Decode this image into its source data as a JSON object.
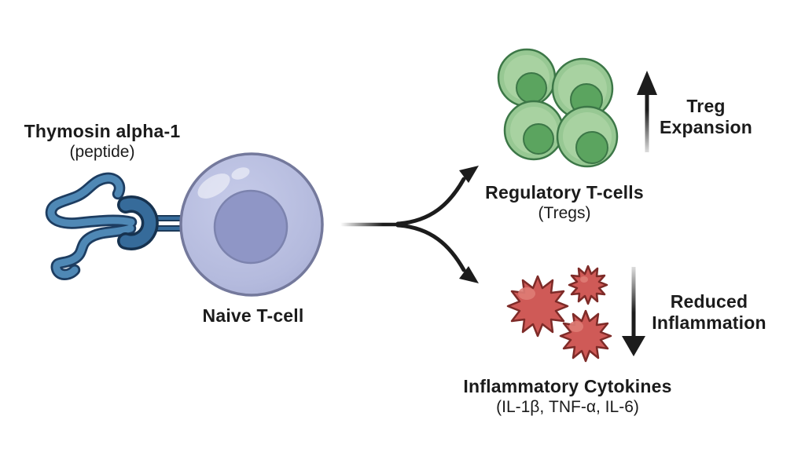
{
  "diagram": {
    "peptide": {
      "title": "Thymosin alpha-1",
      "subtitle": "(peptide)"
    },
    "naive_cell": {
      "label": "Naive T-cell"
    },
    "tregs": {
      "label": "Regulatory T-cells",
      "sublabel": "(Tregs)"
    },
    "treg_expansion": {
      "label": "Treg Expansion"
    },
    "cytokines": {
      "label": "Inflammatory Cytokines",
      "sublabel": "(IL-1β, TNF-α, IL-6)"
    },
    "reduced_inflammation": {
      "label": "Reduced Inflammation"
    },
    "colors": {
      "background": "#ffffff",
      "text": "#1b1b1b",
      "peptide_fill": "#4f88b5",
      "peptide_outline": "#1d3d61",
      "receptor_fill": "#366b9a",
      "receptor_outline": "#16324f",
      "cell_body": "#b4badd",
      "cell_body_light": "#c6cbe9",
      "cell_border": "#74799c",
      "cell_nucleus": "#8f96c6",
      "cell_nucleus_border": "#7c83ae",
      "treg_body": "#97c893",
      "treg_inner": "#a8d2a1",
      "treg_nucleus": "#5ba45f",
      "treg_border": "#3c7747",
      "cytokine_fill": "#cf5a57",
      "cytokine_highlight": "#de7c75",
      "cytokine_border": "#7e2b28",
      "arrow": "#1c1c1c"
    }
  }
}
